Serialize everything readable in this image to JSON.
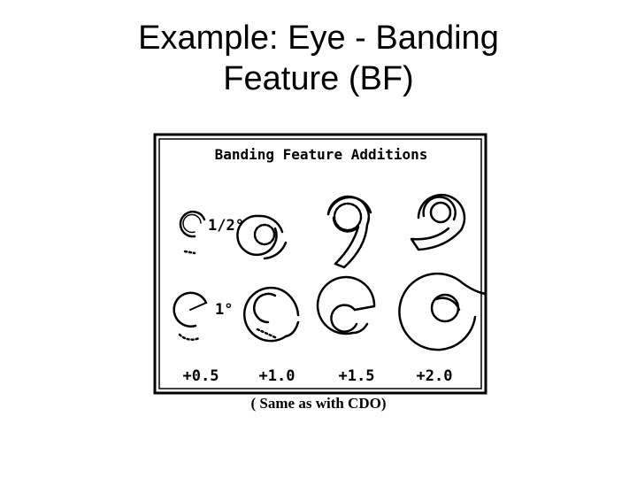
{
  "slide": {
    "title_line1": "Example: Eye - Banding",
    "title_line2": "Feature (BF)"
  },
  "figure": {
    "heading": "Banding Feature Additions",
    "row_labels": [
      "1/2°",
      "1°"
    ],
    "column_labels": [
      "+0.5",
      "+1.0",
      "+1.5",
      "+2.0"
    ]
  },
  "caption": "( Same as with CDO)"
}
